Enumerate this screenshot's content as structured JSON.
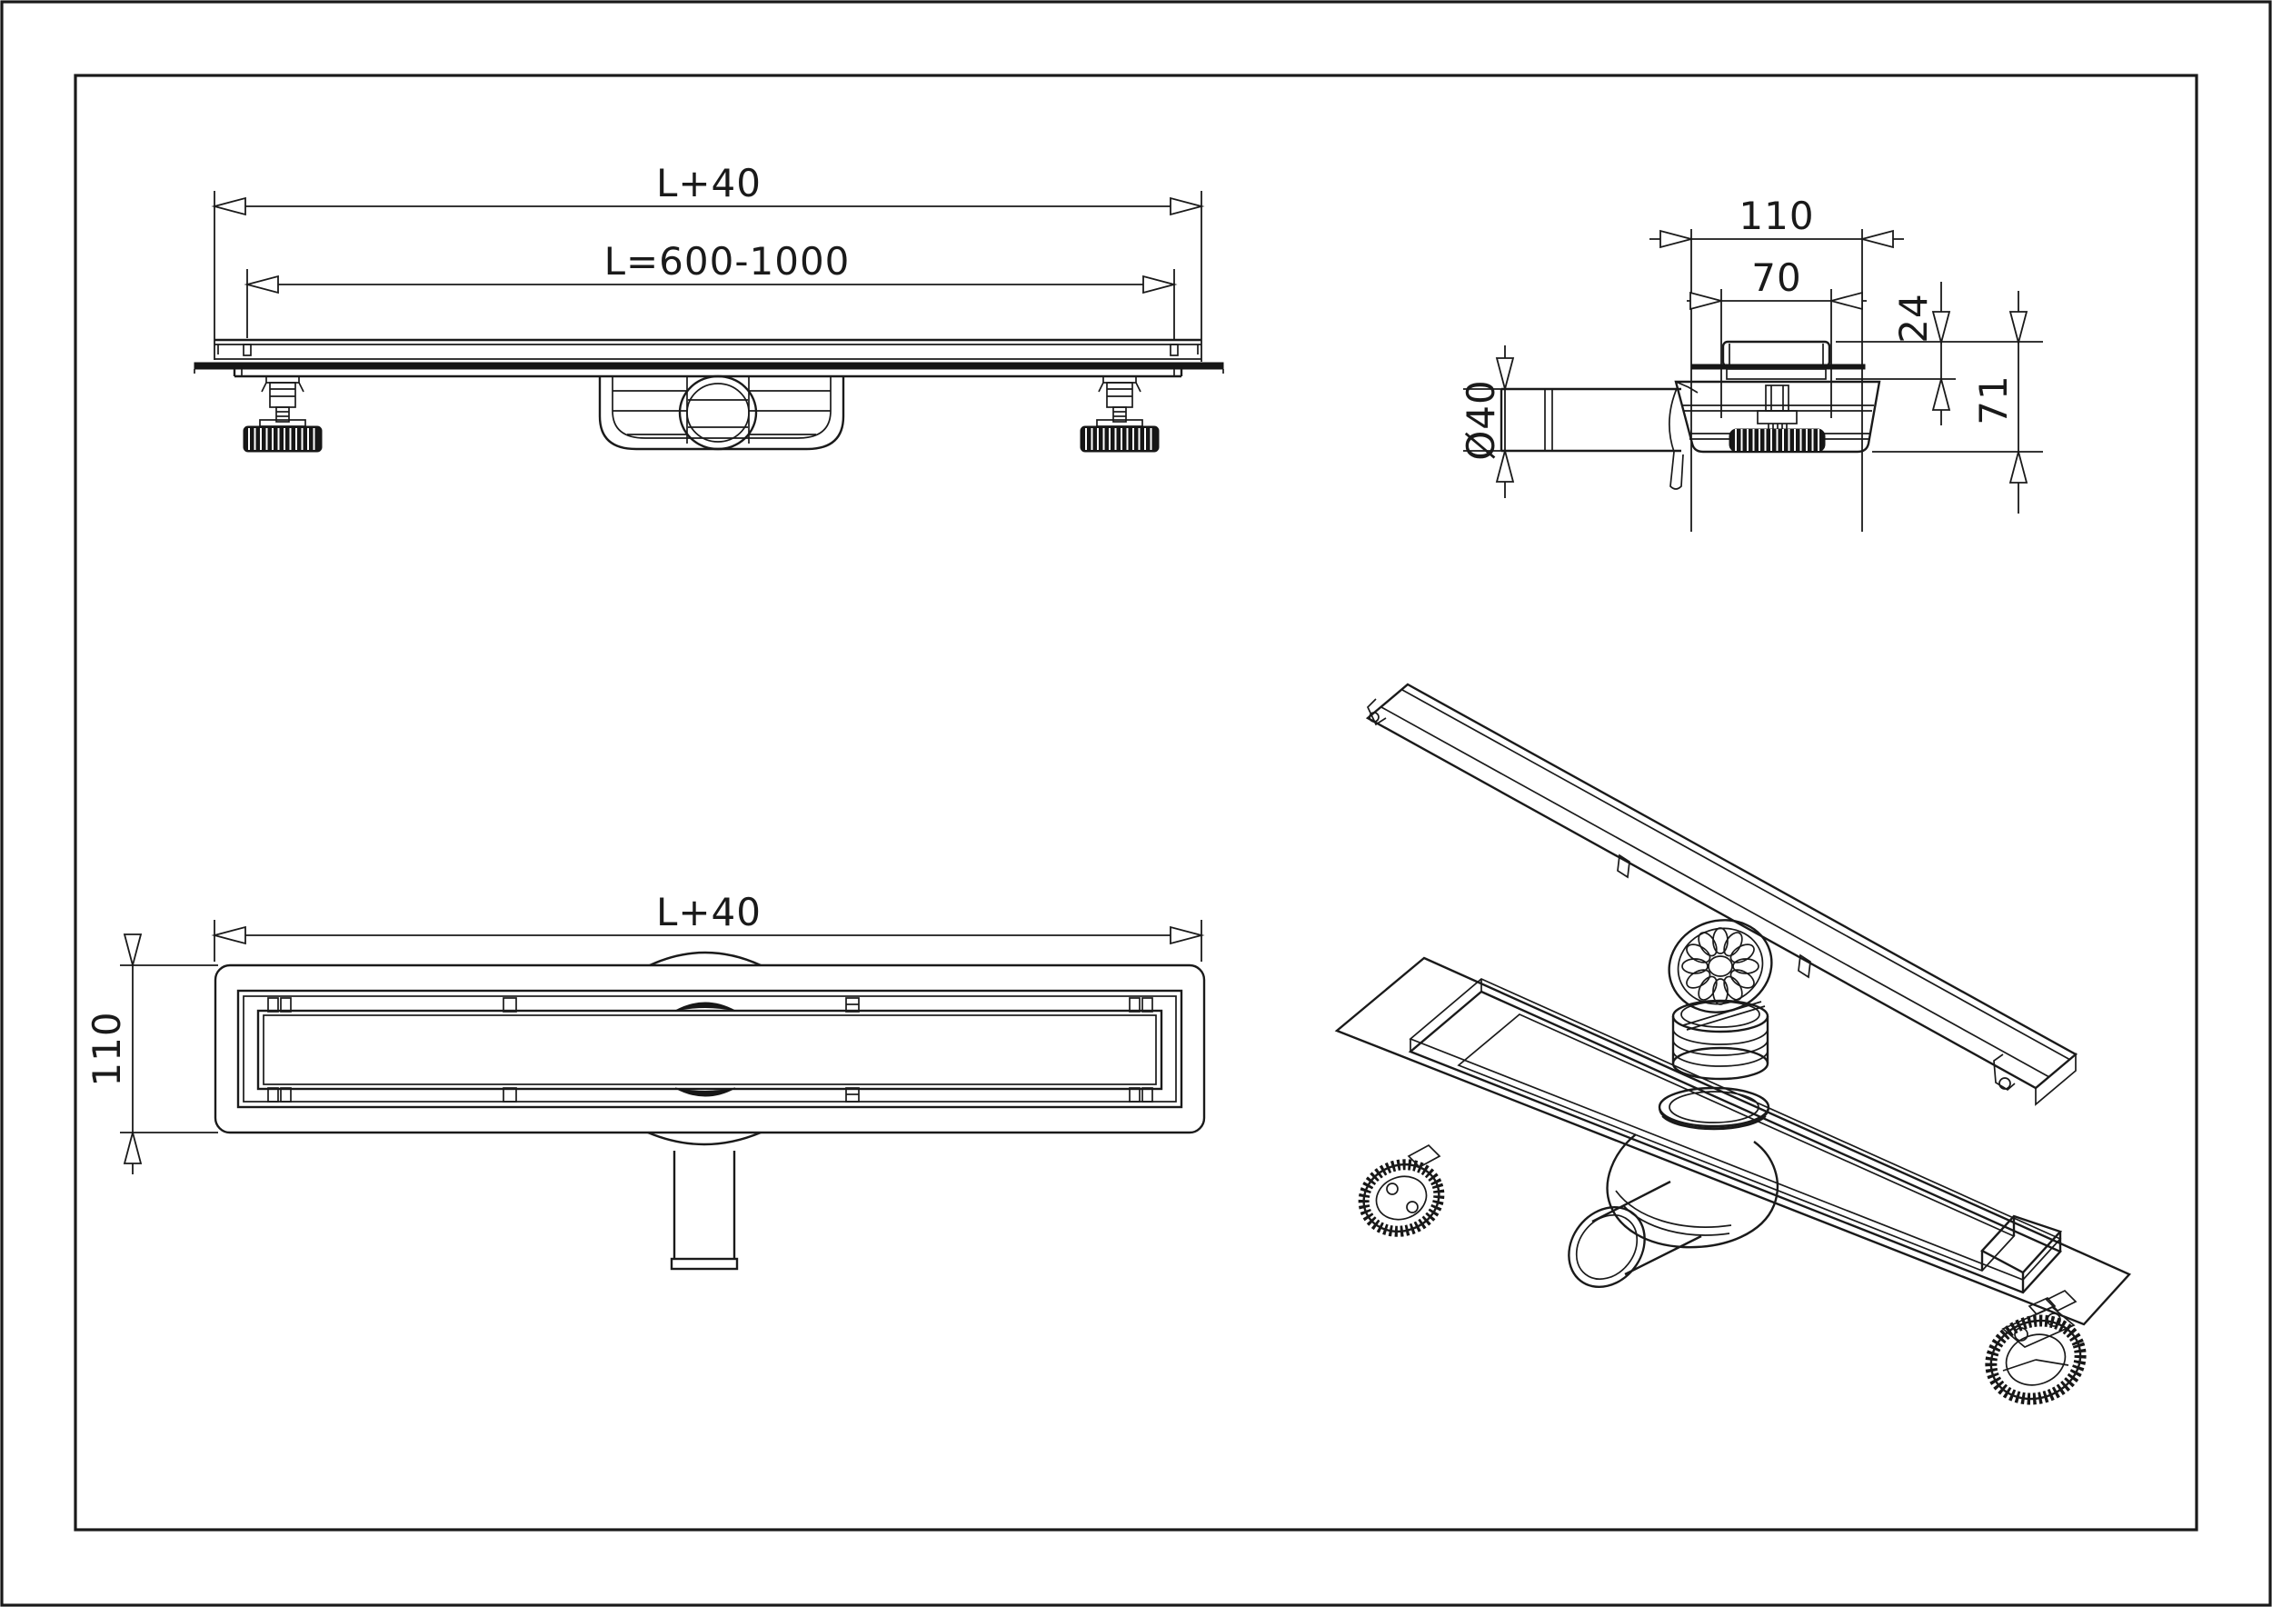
{
  "document": {
    "kind": "technical-drawing",
    "subject": "linear shower drain channel",
    "line_color": "#1a1a1a",
    "background_color": "#ffffff"
  },
  "views": {
    "side": {
      "name": "side elevation",
      "dims": [
        {
          "label": "L+40"
        },
        {
          "label": "L=600-1000"
        }
      ]
    },
    "end": {
      "name": "end section",
      "dims": [
        {
          "label": "110"
        },
        {
          "label": "70"
        },
        {
          "label": "24"
        },
        {
          "label": "71"
        },
        {
          "label": "Ø40"
        }
      ]
    },
    "top": {
      "name": "plan view",
      "dims": [
        {
          "label": "L+40"
        },
        {
          "label": "110"
        }
      ]
    },
    "iso": {
      "name": "isometric exploded view"
    }
  }
}
